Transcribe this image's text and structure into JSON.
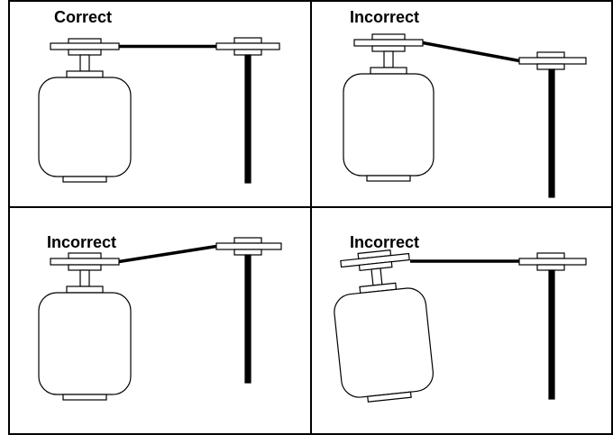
{
  "colors": {
    "line": "#000000",
    "background": "#ffffff"
  },
  "panels": [
    {
      "title": "Correct",
      "alignment": "aligned"
    },
    {
      "title": "Incorrect",
      "alignment": "driven-pulley-lower"
    },
    {
      "title": "Incorrect",
      "alignment": "driven-pulley-higher"
    },
    {
      "title": "Incorrect",
      "alignment": "motor-tilted"
    }
  ]
}
